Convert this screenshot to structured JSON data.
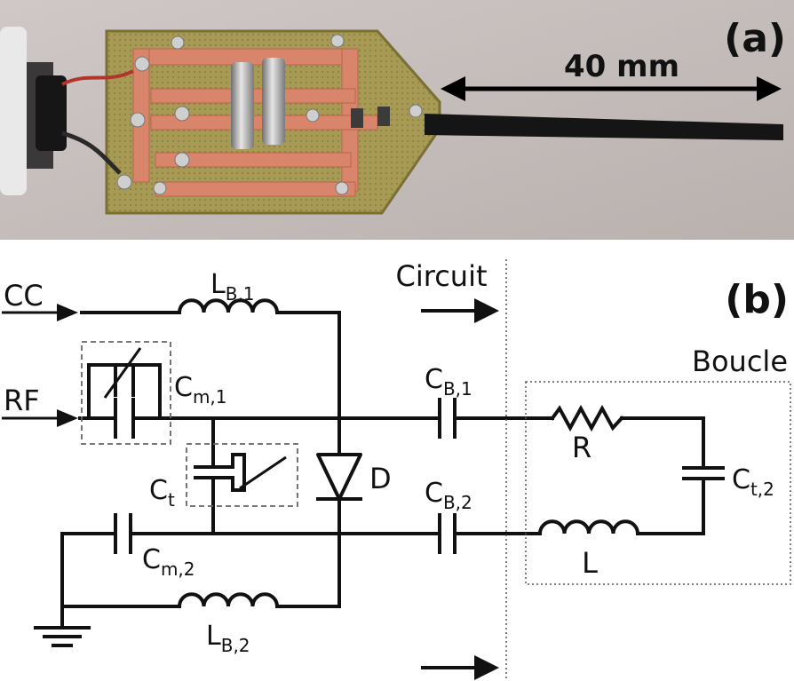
{
  "photo": {
    "panel_label": "(a)",
    "scale_label": "40 mm"
  },
  "schematic": {
    "panel_label": "(b)",
    "inputs": {
      "cc": "CC",
      "rf": "RF"
    },
    "circuit_label": "Circuit",
    "loop_label": "Boucle",
    "components": {
      "lb1": {
        "main": "L",
        "sub": "B,1"
      },
      "lb2": {
        "main": "L",
        "sub": "B,2"
      },
      "cm1": {
        "main": "C",
        "sub": "m,1"
      },
      "cm2": {
        "main": "C",
        "sub": "m,2"
      },
      "ct": {
        "main": "C",
        "sub": "t"
      },
      "cb1": {
        "main": "C",
        "sub": "B,1"
      },
      "cb2": {
        "main": "C",
        "sub": "B,2"
      },
      "ct2": {
        "main": "C",
        "sub": "t,2"
      },
      "d": "D",
      "r": "R",
      "l": "L"
    }
  }
}
